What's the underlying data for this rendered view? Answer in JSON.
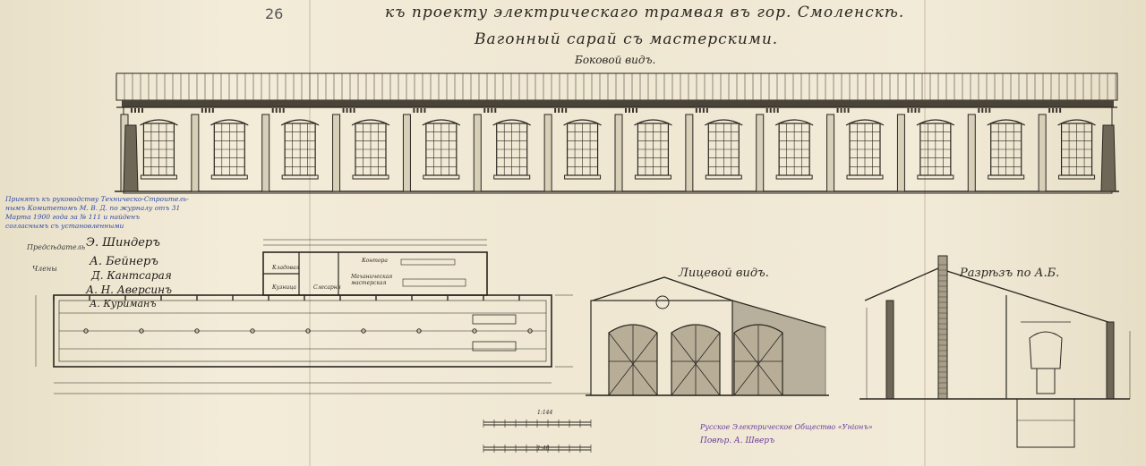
{
  "sheet": {
    "page_number": "26",
    "title_line1": "къ проекту электрическаго трамвая въ гор. Смоленскѣ.",
    "title_line2": "Вагонный сарай съ мастерскими.",
    "side_view_label": "Боковой видъ.",
    "front_view_label": "Лицевой видъ.",
    "section_label": "Разрѣзъ по А.Б."
  },
  "approval_stamp": {
    "lines": [
      "Принятъ къ руководству Техническо-Строитель-",
      "нымъ Комитетомъ М. В. Д. по журналу отъ 31",
      "Марта 1900 года за № 111 и найденъ",
      "согласнымъ съ установленными"
    ],
    "chairman_label": "Предсѣдатель",
    "members_label": "Члены"
  },
  "signatures": {
    "chairman": "Э. Шиндеръ",
    "member1": "А. Бейнеръ",
    "member2": "Д. Кантсарая",
    "member3": "А. Н. Аверсинъ",
    "member4": "А. Куриманъ"
  },
  "company": {
    "name": "Русское Электрическое Общество «Унiонъ»",
    "representative": "Повѣр. А. Шверъ"
  },
  "plan_labels": {
    "room1": "Контора",
    "room2": "Кладовая",
    "room3": "Кузница",
    "room4": "Слесарня",
    "workshop": "Механическая мастерская"
  },
  "scales": {
    "label1": "1:144",
    "label2": "1:48"
  },
  "colors": {
    "paper": "#efe7d2",
    "ink": "#2a2620",
    "stamp_blue": "#2f4aa8",
    "company_violet": "#6a3aa0"
  }
}
